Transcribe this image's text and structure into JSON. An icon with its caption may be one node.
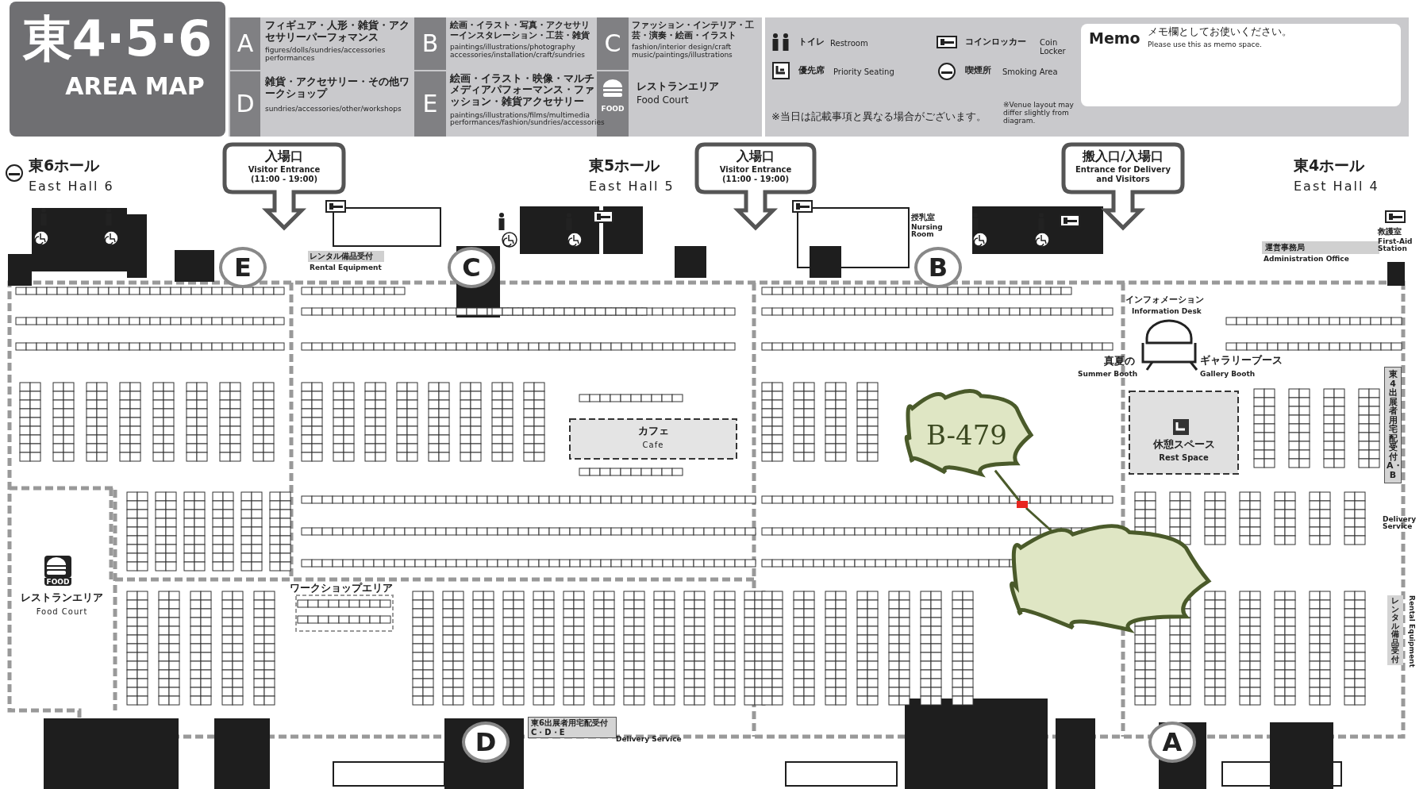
{
  "diagram": {
    "title": "東4·5·6",
    "nodes": [
      {
        "text": [
          "B-479"
        ]
      },
      {
        "text": [],
        "shape": "box"
      },
      {
        "text": [],
        "shape": "cloud"
      }
    ],
    "edges": [
      {
        "from": 0,
        "to": 1,
        "arrow": "none"
      },
      {
        "from": 2,
        "to": 1,
        "arrow": "none"
      }
    ],
    "labels": [
      "AREA MAP",
      "A",
      "フィギュア・人形・雑貨・アクセサリーパーフォマンス",
      "figures/dolls/sundries/accessories performances",
      "B",
      "絵画・イラスト・写真・アクセサリーインスタレーション・工芸・雑貨",
      "paintings/illustrations/photography accessories/installation/craft/sundries",
      "C",
      "ファッション・インテリア・工芸・演奏・絵画・イラスト",
      "fashion/interior design/craft music/paintings/illustrations",
      "D",
      "雑貨・アクセサリー・その他ワークショップ",
      "sundries/accessories/other/workshops",
      "E",
      "絵画・イラスト・映像・マルチメディアパフォーマンス・ファッション・雑貨アクセサリー",
      "paintings/illustrations/films/multimedia performances/fashion/sundries/accessories",
      "FOOD",
      "レストランエリア",
      "Food Court",
      "トイレ",
      "Restroom",
      "コインロッカー",
      "Coin Locker",
      "優先席",
      "Priority Seating",
      "喫煙所",
      "Smoking Area",
      "※当日は記載事項と異なる場合がございます。",
      "※Venue layout may differ slightly from diagram.",
      "Memo",
      "メモ欄としてお使いください。",
      "Please use this as memo space.",
      "東6ホール",
      "East Hall 6",
      "入場口",
      "Visitor Entrance",
      "(11:00 - 19:00)",
      "東5ホール",
      "East Hall 5",
      "入場口",
      "Visitor Entrance",
      "(11:00 - 19:00)",
      "搬入口/入場口",
      "Entrance for Delivery and Visitors",
      "東4ホール",
      "East Hall 4",
      "レンタル備品受付",
      "Rental Equipment",
      "授乳室",
      "Nursing Room",
      "運営事務局",
      "Administration Office",
      "救護室",
      "First-Aid Station",
      "E",
      "C",
      "B",
      "インフォメーション",
      "Information Desk",
      "真夏の",
      "Summer Booth",
      "ギャラリーブース",
      "Gallery Booth",
      "カフェ",
      "Cafe",
      "休憩スペース",
      "Rest Space",
      "東4出展者用宅配受付A・B",
      "Delivery Service",
      "FOOD",
      "レストランエリア",
      "Food Court",
      "ワークショップエリア",
      "D",
      "東6出展者用宅配受付C・D・E",
      "Delivery Service",
      "A",
      "レンタル備品受付",
      "Rental Equipment"
    ]
  }
}
